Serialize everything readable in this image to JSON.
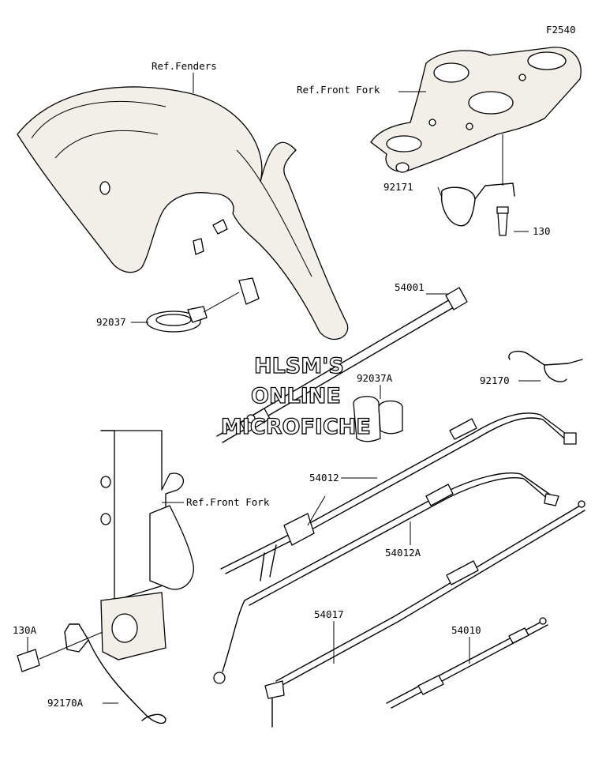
{
  "figure_code": "F2540",
  "references": {
    "fenders": "Ref.Fenders",
    "front_fork_top": "Ref.Front Fork",
    "front_fork_bottom": "Ref.Front Fork"
  },
  "parts": {
    "p92171": "92171",
    "p130": "130",
    "p54001": "54001",
    "p92037": "92037",
    "p92037a": "92037A",
    "p92170": "92170",
    "p54012": "54012",
    "p54012a": "54012A",
    "p54017": "54017",
    "p54010": "54010",
    "p130a": "130A",
    "p92170a": "92170A"
  },
  "watermark": {
    "line1": "HLSM'S",
    "line2": "ONLINE",
    "line3": "MICROFICHE"
  }
}
